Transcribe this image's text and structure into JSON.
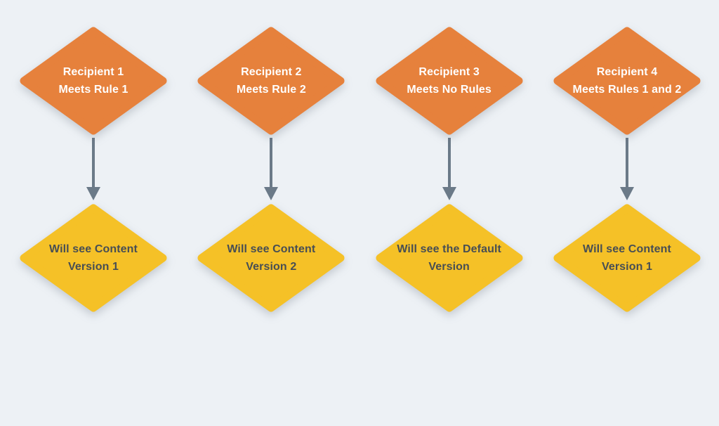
{
  "diagram": {
    "background_color": "#EDF1F5",
    "condition_diamond_color": "#E6813C",
    "result_diamond_color": "#F5C127",
    "arrow_color": "#6B7A88",
    "condition_text_color": "#FFFFFF",
    "result_text_color": "#474E54"
  },
  "columns": [
    {
      "condition_line1": "Recipient 1",
      "condition_line2": "Meets Rule 1",
      "result_line1": "Will see Content",
      "result_line2": "Version 1"
    },
    {
      "condition_line1": "Recipient 2",
      "condition_line2": "Meets Rule 2",
      "result_line1": "Will see Content",
      "result_line2": "Version 2"
    },
    {
      "condition_line1": "Recipient 3",
      "condition_line2": "Meets No Rules",
      "result_line1": "Will see the Default",
      "result_line2": "Version"
    },
    {
      "condition_line1": "Recipient 4",
      "condition_line2": "Meets Rules 1 and 2",
      "result_line1": "Will see Content",
      "result_line2": "Version 1"
    }
  ]
}
